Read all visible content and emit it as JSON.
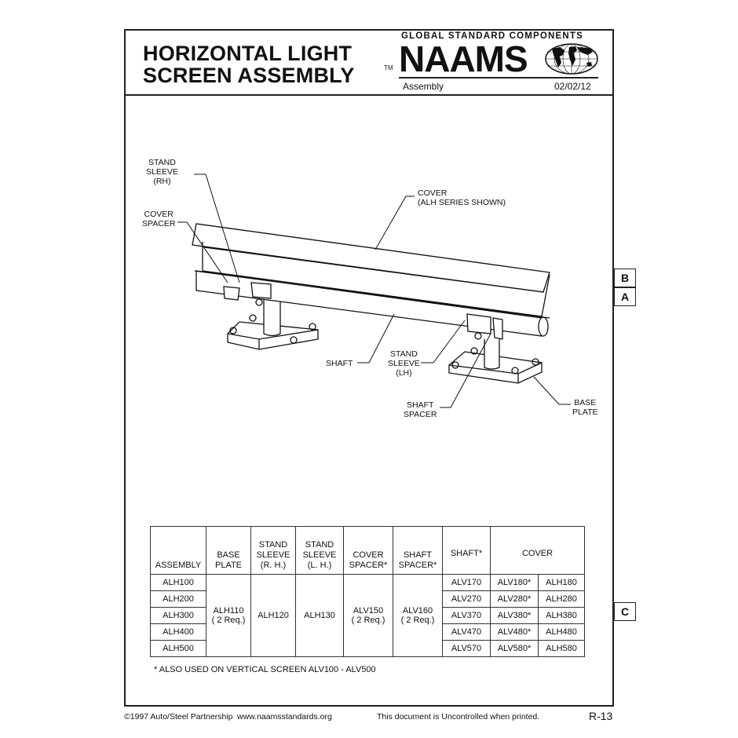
{
  "header": {
    "title_line1": "HORIZONTAL LIGHT",
    "title_line2": "SCREEN ASSEMBLY",
    "tm": "TM",
    "logo_tagline": "GLOBAL STANDARD COMPONENTS",
    "logo_name": "NAAMS",
    "logo_icon": "globe-icon",
    "category": "Assembly",
    "date": "02/02/12"
  },
  "drawing": {
    "callouts": {
      "stand_sleeve_rh": [
        "STAND",
        "SLEEVE",
        "(RH)"
      ],
      "cover_spacer": [
        "COVER",
        "SPACER"
      ],
      "cover": [
        "COVER",
        "(ALH SERIES SHOWN)"
      ],
      "shaft": [
        "SHAFT"
      ],
      "stand_sleeve_lh": [
        "STAND",
        "SLEEVE",
        "(LH)"
      ],
      "shaft_spacer": [
        "SHAFT",
        "SPACER"
      ],
      "base_plate": [
        "BASE",
        "PLATE"
      ]
    }
  },
  "side_tabs": [
    "B",
    "A",
    "C"
  ],
  "table": {
    "headers": {
      "assembly": "ASSEMBLY",
      "base_plate": [
        "BASE",
        "PLATE"
      ],
      "stand_sleeve_rh": [
        "STAND",
        "SLEEVE",
        "(R. H.)"
      ],
      "stand_sleeve_lh": [
        "STAND",
        "SLEEVE",
        "(L. H.)"
      ],
      "cover_spacer": [
        "COVER",
        "SPACER*"
      ],
      "shaft_spacer": [
        "SHAFT",
        "SPACER*"
      ],
      "shaft": "SHAFT*",
      "cover": "COVER"
    },
    "shared": {
      "base_plate": [
        "ALH110",
        "( 2 Req.)"
      ],
      "stand_sleeve_rh": "ALH120",
      "stand_sleeve_lh": "ALH130",
      "cover_spacer": [
        "ALV150",
        "( 2 Req.)"
      ],
      "shaft_spacer": [
        "ALV160",
        "( 2 Req.)"
      ]
    },
    "rows": [
      {
        "assembly": "ALH100",
        "shaft": "ALV170",
        "cover_v": "ALV180*",
        "cover_h": "ALH180"
      },
      {
        "assembly": "ALH200",
        "shaft": "ALV270",
        "cover_v": "ALV280*",
        "cover_h": "ALH280"
      },
      {
        "assembly": "ALH300",
        "shaft": "ALV370",
        "cover_v": "ALV380*",
        "cover_h": "ALH380"
      },
      {
        "assembly": "ALH400",
        "shaft": "ALV470",
        "cover_v": "ALV480*",
        "cover_h": "ALH480"
      },
      {
        "assembly": "ALH500",
        "shaft": "ALV570",
        "cover_v": "ALV580*",
        "cover_h": "ALH580"
      }
    ]
  },
  "footnote": "* ALSO USED ON VERTICAL SCREEN ALV100 - ALV500",
  "footer": {
    "copyright": "©1997 Auto/Steel Partnership",
    "website": "www.naamsstandards.org",
    "notice": "This document is Uncontrolled when printed.",
    "page": "R-13"
  }
}
